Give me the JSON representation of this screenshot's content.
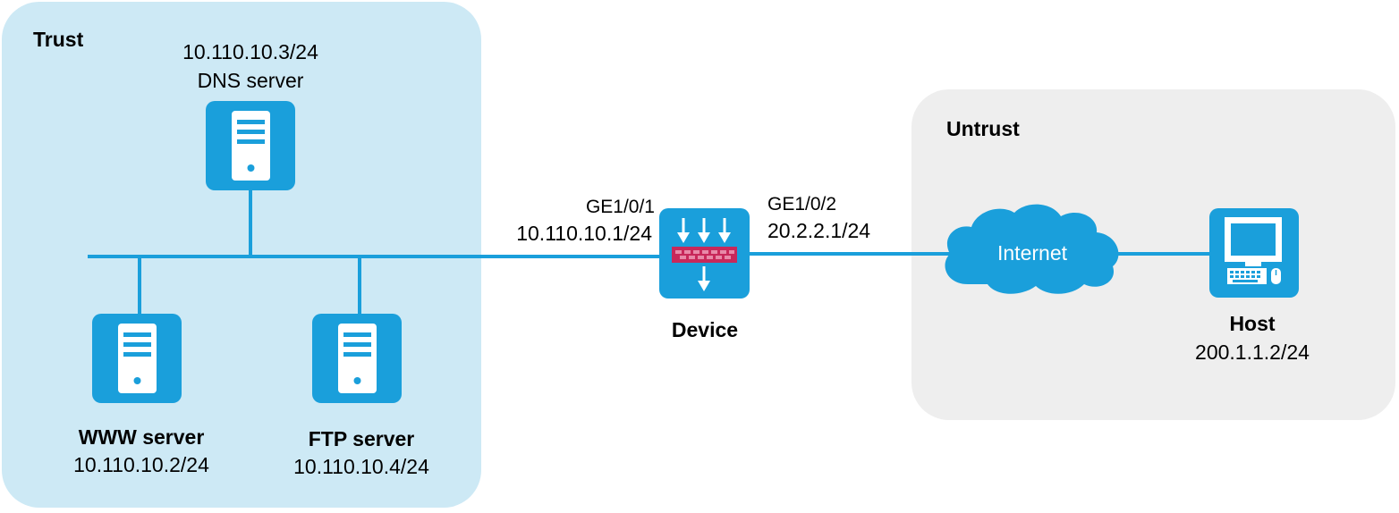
{
  "zones": {
    "trust": {
      "label": "Trust",
      "color": "#cde9f5"
    },
    "untrust": {
      "label": "Untrust",
      "color": "#eeeeee"
    }
  },
  "accent": "#1a9fdb",
  "nodes": {
    "dns_server": {
      "ip": "10.110.10.3/24",
      "name": "DNS server",
      "icon": "server-icon"
    },
    "www_server": {
      "name": "WWW server",
      "ip": "10.110.10.2/24",
      "icon": "server-icon"
    },
    "ftp_server": {
      "name": "FTP server",
      "ip": "10.110.10.4/24",
      "icon": "server-icon"
    },
    "device": {
      "name": "Device",
      "icon": "firewall-icon"
    },
    "internet": {
      "label": "Internet",
      "icon": "cloud-icon"
    },
    "host": {
      "name": "Host",
      "ip": "200.1.1.2/24",
      "icon": "computer-icon"
    }
  },
  "interfaces": {
    "ge1": {
      "name": "GE1/0/1",
      "ip": "10.110.10.1/24"
    },
    "ge2": {
      "name": "GE1/0/2",
      "ip": "20.2.2.1/24"
    }
  }
}
